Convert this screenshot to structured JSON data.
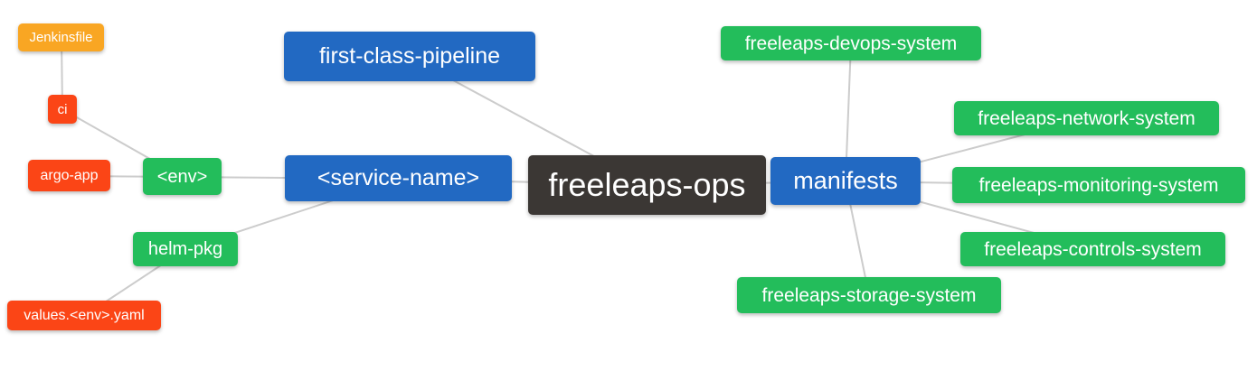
{
  "diagram": {
    "type": "mindmap",
    "background": "#ffffff",
    "edge_color": "#cccccc",
    "palette": {
      "root_node": "#3b3734",
      "branch_node": "#2269c2",
      "sub_branch_node": "#23bd5b",
      "leaf_red_node": "#fb4516",
      "leaf_orange_node": "#f9a623",
      "text": "#ffffff"
    },
    "nodes": [
      {
        "id": "jenkinsfile",
        "label": "Jenkinsfile",
        "role": "leaf",
        "color": "#f9a623"
      },
      {
        "id": "ci",
        "label": "ci",
        "role": "leaf",
        "color": "#fb4516"
      },
      {
        "id": "argo-app",
        "label": "argo-app",
        "role": "leaf",
        "color": "#fb4516"
      },
      {
        "id": "env",
        "label": "<env>",
        "role": "sub-branch",
        "color": "#23bd5b"
      },
      {
        "id": "helm-pkg",
        "label": "helm-pkg",
        "role": "sub-branch",
        "color": "#23bd5b"
      },
      {
        "id": "values-env-yaml",
        "label": "values.<env>.yaml",
        "role": "leaf",
        "color": "#fb4516"
      },
      {
        "id": "first-class-pipeline",
        "label": "first-class-pipeline",
        "role": "branch",
        "color": "#2269c2"
      },
      {
        "id": "service-name",
        "label": "<service-name>",
        "role": "branch",
        "color": "#2269c2"
      },
      {
        "id": "freeleaps-ops",
        "label": "freeleaps-ops",
        "role": "root",
        "color": "#3b3734"
      },
      {
        "id": "manifests",
        "label": "manifests",
        "role": "branch",
        "color": "#2269c2"
      },
      {
        "id": "freeleaps-devops-system",
        "label": "freeleaps-devops-system",
        "role": "sub-branch",
        "color": "#23bd5b"
      },
      {
        "id": "freeleaps-network-system",
        "label": "freeleaps-network-system",
        "role": "sub-branch",
        "color": "#23bd5b"
      },
      {
        "id": "freeleaps-monitoring-system",
        "label": "freeleaps-monitoring-system",
        "role": "sub-branch",
        "color": "#23bd5b"
      },
      {
        "id": "freeleaps-controls-system",
        "label": "freeleaps-controls-system",
        "role": "sub-branch",
        "color": "#23bd5b"
      },
      {
        "id": "freeleaps-storage-system",
        "label": "freeleaps-storage-system",
        "role": "sub-branch",
        "color": "#23bd5b"
      }
    ],
    "edges": [
      [
        "ci",
        "jenkinsfile"
      ],
      [
        "env",
        "ci"
      ],
      [
        "env",
        "argo-app"
      ],
      [
        "service-name",
        "env"
      ],
      [
        "service-name",
        "helm-pkg"
      ],
      [
        "helm-pkg",
        "values-env-yaml"
      ],
      [
        "freeleaps-ops",
        "first-class-pipeline"
      ],
      [
        "freeleaps-ops",
        "service-name"
      ],
      [
        "freeleaps-ops",
        "manifests"
      ],
      [
        "manifests",
        "freeleaps-devops-system"
      ],
      [
        "manifests",
        "freeleaps-network-system"
      ],
      [
        "manifests",
        "freeleaps-monitoring-system"
      ],
      [
        "manifests",
        "freeleaps-controls-system"
      ],
      [
        "manifests",
        "freeleaps-storage-system"
      ]
    ]
  }
}
